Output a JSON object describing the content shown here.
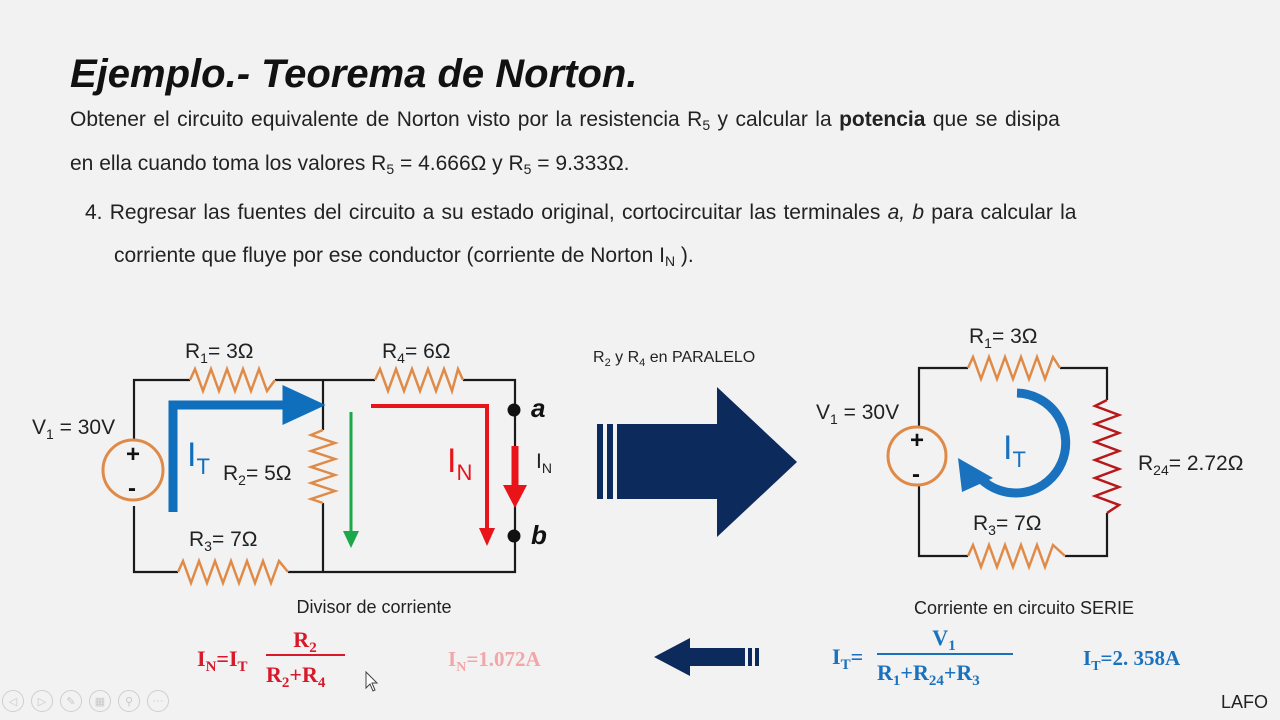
{
  "title": "Ejemplo.- Teorema de Norton.",
  "statement": {
    "l1_a": "Obtener el circuito equivalente de Norton visto por la resistencia R",
    "l1_sub": "5",
    "l1_b": " y calcular la ",
    "l1_bold": "potencia",
    "l1_c": " que se disipa",
    "l2_a": "en ella cuando toma los valores R",
    "l2_sub1": "5",
    "l2_b": " = 4.666Ω y R",
    "l2_sub2": "5",
    "l2_c": " = 9.333Ω."
  },
  "step": {
    "number": "4.",
    "l1_a": "Regresar las fuentes del circuito a su estado original, cortocircuitar las terminales ",
    "l1_it": "a, b",
    "l1_b": " para calcular la",
    "l2_a": "corriente que fluye por ese conductor (corriente de Norton I",
    "l2_sub": "N",
    "l2_b": " )."
  },
  "left_circuit": {
    "r1_label": "R",
    "r1_sub": "1",
    "r1_value": "= 3Ω",
    "r4_label": "R",
    "r4_sub": "4",
    "r4_value": "= 6Ω",
    "r2_label": "R",
    "r2_sub": "2",
    "r2_value": "= 5Ω",
    "r3_label": "R",
    "r3_sub": "3",
    "r3_value": "= 7Ω",
    "v1_label": "V",
    "v1_sub": "1",
    "v1_value": " = 30V",
    "plus": "+",
    "minus": "-",
    "it_label": "I",
    "it_sub": "T",
    "in_label": "I",
    "in_sub": "N",
    "in_small_label": "I",
    "in_small_sub": "N",
    "terminal_a": "a",
    "terminal_b": "b",
    "caption": "Divisor de corriente"
  },
  "arrow_caption": {
    "a": "R",
    "sub1": "2",
    "b": " y R",
    "sub2": "4",
    "c": " en PARALELO"
  },
  "right_circuit": {
    "r1_label": "R",
    "r1_sub": "1",
    "r1_value": "= 3Ω",
    "r24_label": "R",
    "r24_sub": "24",
    "r24_value": "= 2.72Ω",
    "r3_label": "R",
    "r3_sub": "3",
    "r3_value": "= 7Ω",
    "v1_label": "V",
    "v1_sub": "1",
    "v1_value": " = 30V",
    "plus": "+",
    "minus": "-",
    "it_label": "I",
    "it_sub": "T",
    "caption": "Corriente en circuito SERIE"
  },
  "formulas": {
    "in_lhs": "I",
    "in_lhs_sub": "N",
    "eq1": "=",
    "it_sym": "I",
    "it_sym_sub": "T",
    "num_r": "R",
    "num_sub": "2",
    "den_r1": "R",
    "den_sub1": "2",
    "den_plus": "+",
    "den_r2": "R",
    "den_sub2": "4",
    "in_result_a": "I",
    "in_result_sub": "N",
    "in_result_b": "=1.072A",
    "it_lhs": "I",
    "it_lhs_sub": "T",
    "eq2": "=",
    "v_num": "V",
    "v_num_sub": "1",
    "d_r1": "R",
    "d_sub1": "1",
    "d_p1": "+",
    "d_r24": "R",
    "d_sub24": "24",
    "d_p2": "+",
    "d_r3": "R",
    "d_sub3": "3",
    "it_result_a": "I",
    "it_result_sub": "T",
    "it_result_b": "=2. 358A"
  },
  "footer": {
    "lafo": "LAFO"
  },
  "toolbar": {
    "back_glyph": "◁",
    "next_glyph": "▷",
    "pen_glyph": "✎",
    "slides_glyph": "▦",
    "zoom_glyph": "⚲",
    "more_glyph": "···"
  },
  "colors": {
    "blue": "#0f6fbc",
    "red": "#e8141a",
    "green": "#1aa84a",
    "navy": "#0c2a5c",
    "resistor": "#e08a48",
    "source": "#e08a48",
    "dark_red": "#b8181a",
    "formula_red": "#d8192a",
    "formula_blue": "#1a72be",
    "faded_red": "#f3a6a8"
  }
}
